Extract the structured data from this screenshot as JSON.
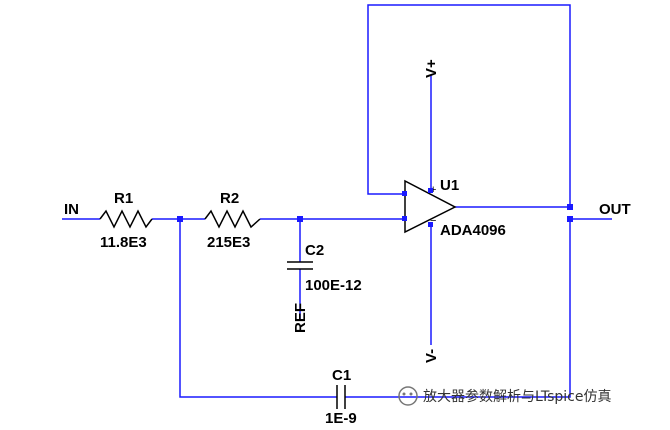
{
  "ports": {
    "input": "IN",
    "output": "OUT",
    "ref": "REF",
    "vpos": "V+",
    "vneg": "V-"
  },
  "r1": {
    "name": "R1",
    "value": "11.8E3"
  },
  "r2": {
    "name": "R2",
    "value": "215E3"
  },
  "c2": {
    "name": "C2",
    "value": "100E-12"
  },
  "c1": {
    "name": "C1",
    "value": "1E-9"
  },
  "u1": {
    "name": "U1",
    "part": "ADA4096",
    "plus_sign": "+",
    "minus_sign": "−"
  },
  "watermark": {
    "text": "放大器参数解析与LTspice仿真"
  },
  "colors": {
    "wire": "#1a1aff",
    "component": "#000000",
    "background": "#ffffff"
  }
}
